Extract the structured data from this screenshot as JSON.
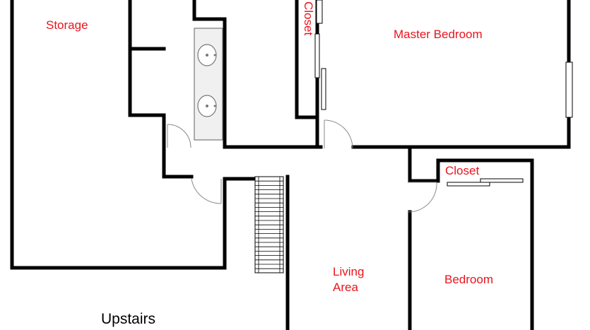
{
  "colors": {
    "wall": "#000000",
    "label": "#e8141c",
    "fixture": "#7a7a7a",
    "background": "#ffffff"
  },
  "rooms": {
    "storage": "Storage",
    "closet_top": "Closet",
    "master_bedroom": "Master Bedroom",
    "closet_small": "Closet",
    "living_line1": "Living",
    "living_line2": "Area",
    "bedroom": "Bedroom"
  },
  "caption": "Upstairs",
  "icons": [
    "sink-icon",
    "door-swing-icon",
    "staircase-icon",
    "window-icon",
    "sliding-door-icon"
  ]
}
